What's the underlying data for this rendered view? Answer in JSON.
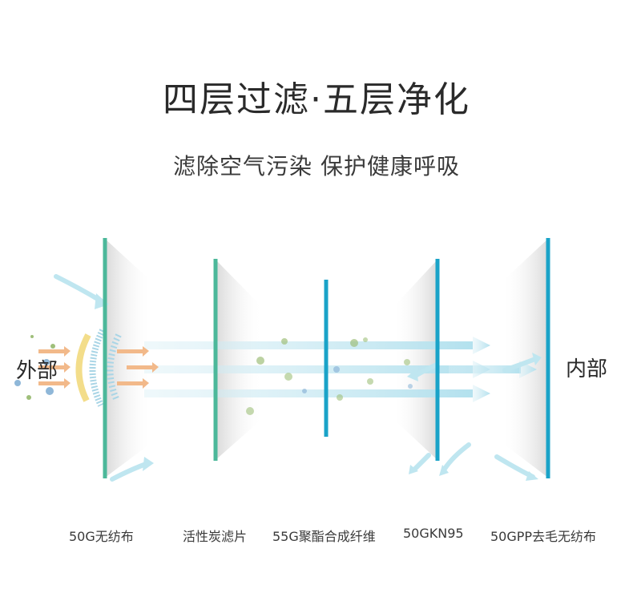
{
  "header": {
    "title": "四层过滤·五层净化",
    "subtitle": "滤除空气污染 保护健康呼吸"
  },
  "diagram": {
    "outside_label": "外部",
    "inside_label": "内部",
    "layers": [
      {
        "label": "50G无纺布",
        "color": "#4cb89a"
      },
      {
        "label": "活性炭滤片",
        "color": "#4cb89a"
      },
      {
        "label": "55G聚酯合成纤维",
        "color": "#1aa3c8"
      },
      {
        "label": "50GKN95",
        "color": "#1aa3c8"
      },
      {
        "label": "50GPP去毛无纺布",
        "color": "#1aa3c8"
      }
    ],
    "colors": {
      "arrow": "#bfe6f0",
      "particle_green": "#9fbf7a",
      "particle_blue": "#8fb7d8",
      "arc_yellow": "#f3dd8a",
      "arc_blue": "#a9d5e6",
      "arrow_orange": "#f2b98a"
    }
  }
}
